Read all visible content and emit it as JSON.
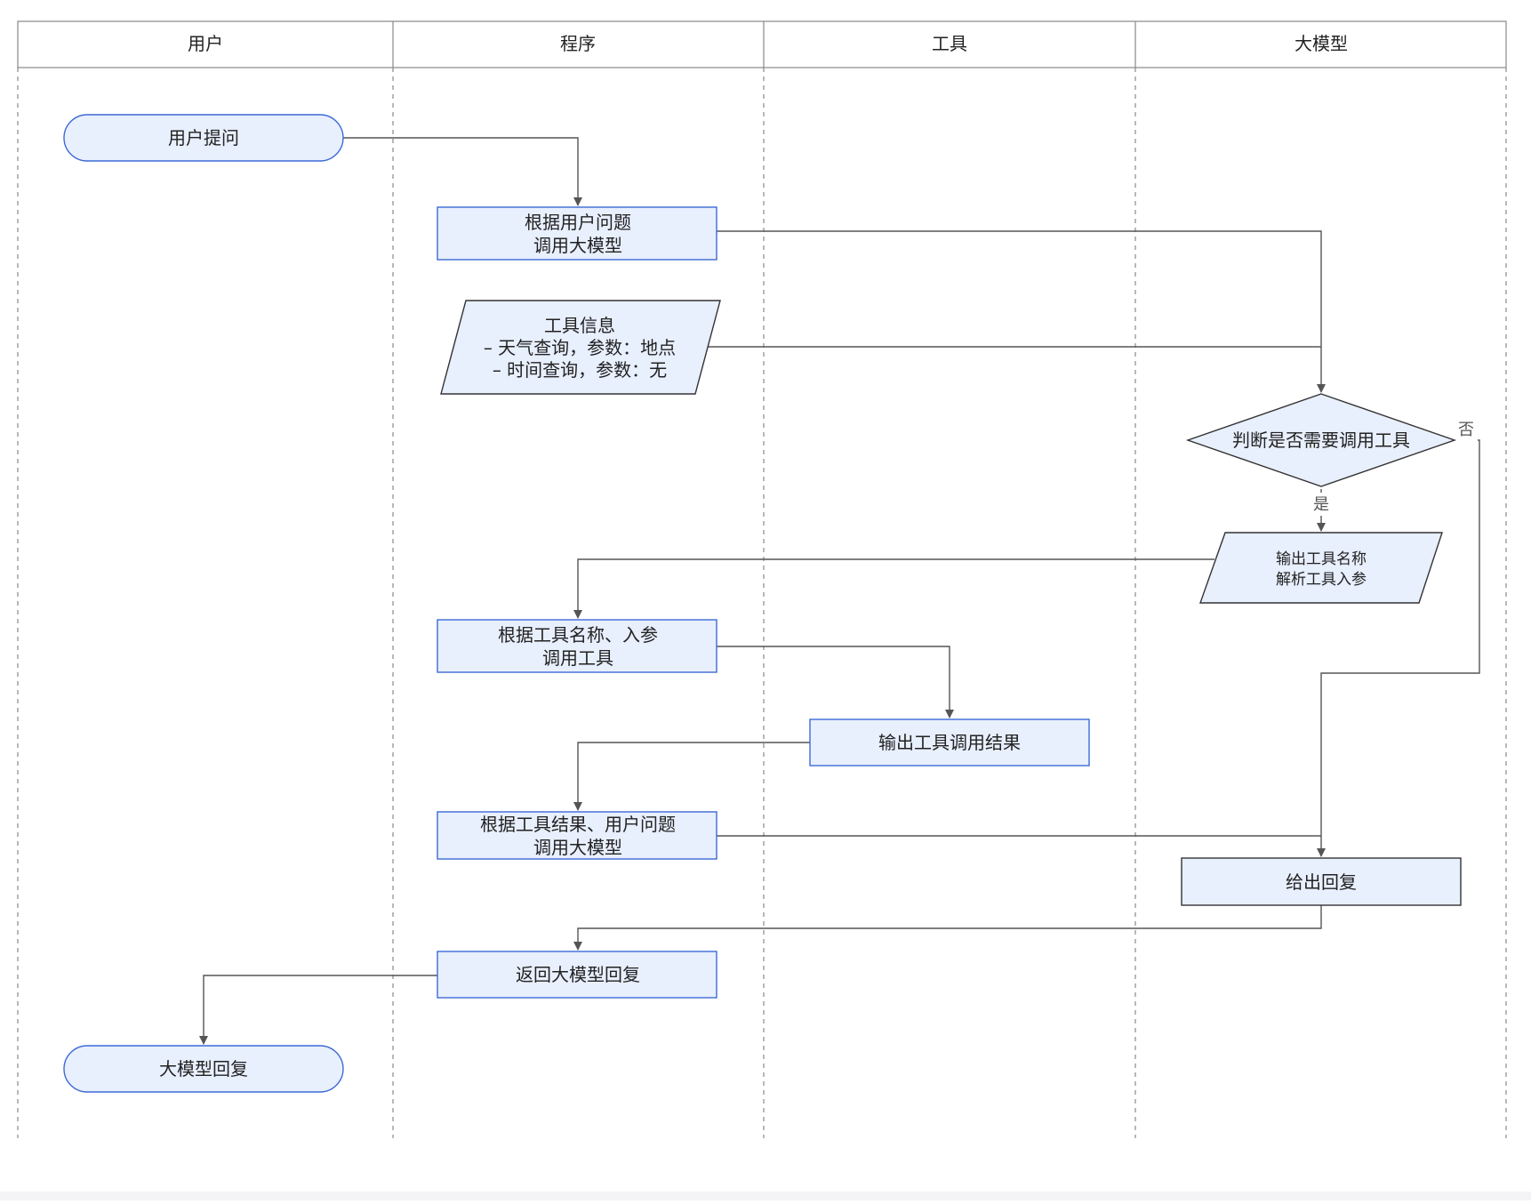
{
  "lanes": [
    "用户",
    "程序",
    "工具",
    "大模型"
  ],
  "nodes": {
    "user_question": "用户提问",
    "call_llm_1": [
      "根据用户问题",
      "调用大模型"
    ],
    "tool_info": [
      "工具信息",
      "– 天气查询，参数：地点",
      "– 时间查询，参数：无"
    ],
    "decision": "判断是否需要调用工具",
    "output_tool_name": [
      "输出工具名称",
      "解析工具入参"
    ],
    "call_tool": [
      "根据工具名称、入参",
      "调用工具"
    ],
    "tool_result": "输出工具调用结果",
    "call_llm_2": [
      "根据工具结果、用户问题",
      "调用大模型"
    ],
    "give_reply": "给出回复",
    "return_reply": "返回大模型回复",
    "llm_reply": "大模型回复"
  },
  "edge_labels": {
    "yes": "是",
    "no": "否"
  },
  "colors": {
    "node_fill": "#e8effd",
    "node_border_blue": "#3d6ad6",
    "node_border_dark": "#333333",
    "line": "#555555",
    "lane_border": "#888888"
  }
}
